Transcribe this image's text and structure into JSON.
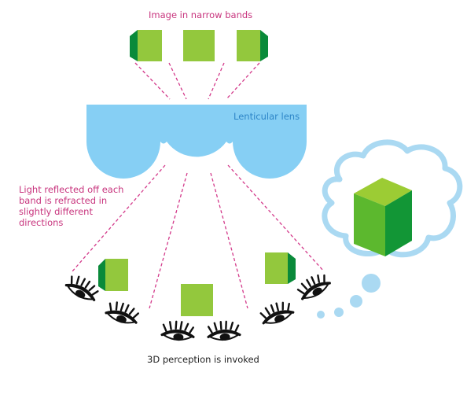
{
  "labels": {
    "image_bands": "Image in narrow bands",
    "lens": "Lenticular lens",
    "light_line1": "Light reflected off each",
    "light_line2": "band is refracted in",
    "light_line3": "slightly different",
    "light_line4": "directions",
    "perception": "3D perception is invoked"
  },
  "colors": {
    "lens_blue": "#86cff4",
    "cloud_outline": "#aad9f2",
    "cube_top": "#9ccc34",
    "cube_front": "#5cb82e",
    "cube_side": "#129636",
    "band_green": "#93c83d",
    "band_dark": "#0a8a3a",
    "dash_pink": "#d3398a",
    "text_pink": "#c8357e",
    "text_blue": "#2e86c8"
  },
  "icons": [
    "eye-icon",
    "cube-icon",
    "thought-cloud-icon"
  ]
}
